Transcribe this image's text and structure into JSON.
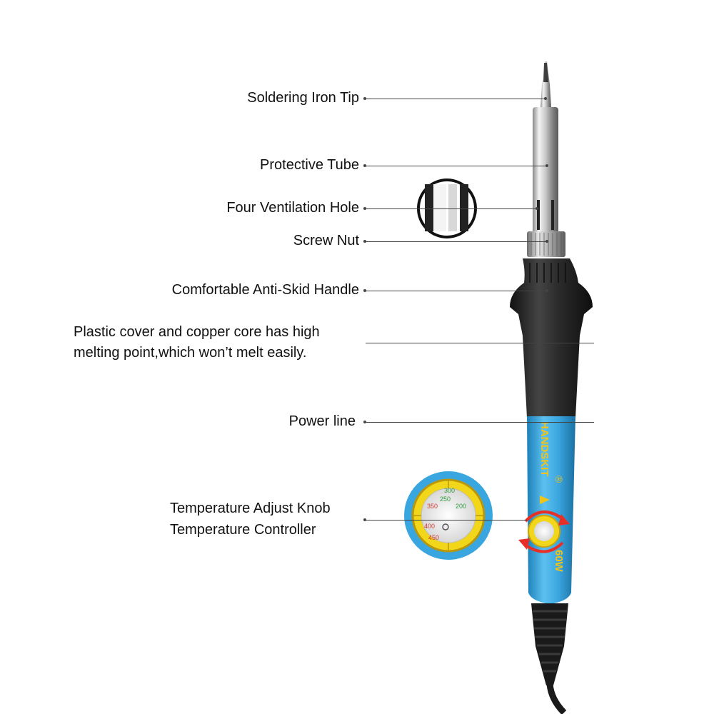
{
  "callouts": {
    "tip": "Soldering Iron Tip",
    "tube": "Protective Tube",
    "vent": "Four Ventilation Hole",
    "nut": "Screw Nut",
    "handle": "Comfortable Anti-Skid Handle",
    "plastic_line1": "Plastic cover and copper core has high",
    "plastic_line2": "melting point,which won’t melt easily.",
    "power": "Power line",
    "knob_line1": "Temperature Adjust Knob",
    "knob_line2": "Temperature Controller"
  },
  "product": {
    "brand": "HANDSKIT",
    "registered": "®",
    "wattage": "60W",
    "dial_values": [
      "200",
      "250",
      "300",
      "350",
      "400",
      "450"
    ]
  },
  "colors": {
    "body_blue": "#3aa6df",
    "handle_black": "#2b2b2b",
    "knob_yellow": "#f2d61a",
    "brand_yellow": "#f0c419",
    "arrow_red": "#e63027"
  }
}
